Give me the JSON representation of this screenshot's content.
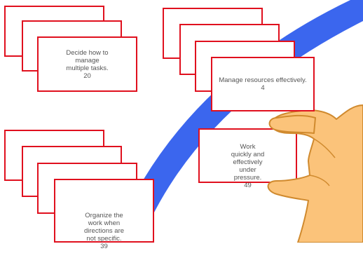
{
  "colors": {
    "card_border": "#e0101e",
    "arc": "#3b66ee",
    "hand_fill": "#fbc37a",
    "hand_stroke": "#d08a2e",
    "text": "#555555"
  },
  "cards": {
    "c1": {
      "text": "Decide how to\nmanage\nmultiple tasks.",
      "number": "20"
    },
    "c2": {
      "text": "Manage resources effectively.",
      "number": "4"
    },
    "c3": {
      "text": "Work\nquickly and\neffectively\nunder\npressure.",
      "number": "49"
    },
    "c4": {
      "text": "Organize the\nwork when\ndirections are\nnot specific.",
      "number": "39"
    }
  }
}
